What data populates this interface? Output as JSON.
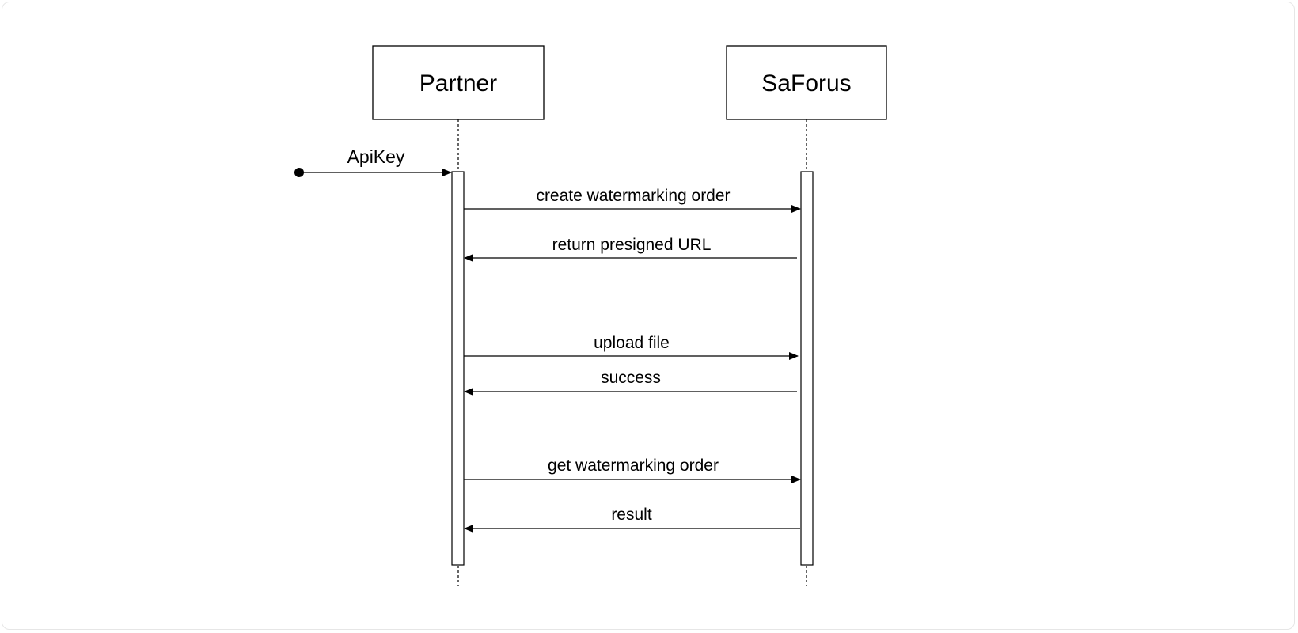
{
  "diagram": {
    "participants": [
      {
        "id": "partner",
        "label": "Partner"
      },
      {
        "id": "saforus",
        "label": "SaForus"
      }
    ],
    "entry_message": {
      "label": "ApiKey",
      "to": "partner"
    },
    "messages": [
      {
        "from": "partner",
        "to": "saforus",
        "label": "create watermarking order"
      },
      {
        "from": "saforus",
        "to": "partner",
        "label": "return presigned URL"
      },
      {
        "from": "partner",
        "to": "saforus",
        "label": "upload file"
      },
      {
        "from": "saforus",
        "to": "partner",
        "label": "success"
      },
      {
        "from": "partner",
        "to": "saforus",
        "label": "get watermarking order"
      },
      {
        "from": "saforus",
        "to": "partner",
        "label": "result"
      }
    ],
    "colors": {
      "stroke": "#000000",
      "frame_border": "#e6e6e6",
      "background": "#ffffff"
    }
  }
}
